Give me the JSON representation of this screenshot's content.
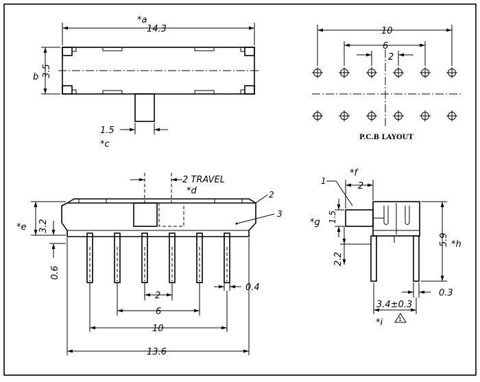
{
  "top_view": {
    "dim_a_label": "*a",
    "dim_a_value": "14.3",
    "dim_b_label": "b",
    "dim_b_value": "3.5",
    "dim_c_value": "1.5",
    "dim_c_label": "*c"
  },
  "pcb_layout": {
    "pitch_outer": "10",
    "pitch_mid": "6",
    "pitch_inner": "2",
    "caption": "P.C.B LAYOUT"
  },
  "front_view": {
    "travel_label": "2 TRAVEL",
    "dim_d_label": "*d",
    "dim_e_label": "*e",
    "dim_e_value": "3.2",
    "dim_06_value": "0.6",
    "callout_2": "2",
    "callout_3": "3",
    "pin_width": "0.4",
    "pitch_2": "2",
    "pitch_6": "6",
    "pitch_10": "10",
    "overall_13_6": "13.6"
  },
  "side_view": {
    "callout_1": "1",
    "dim_f_label": "*f",
    "dim_f_value": "2",
    "dim_g_label": "*g",
    "dim_g_value": "1.5",
    "dim_22_value": "2.2",
    "dim_h_value": "5.9",
    "dim_h_label": "*h",
    "pin_03_value": "0.3",
    "dim_i_value": "3.4±0.3",
    "dim_i_label": "*i",
    "warning_icon_glyph": "1"
  }
}
